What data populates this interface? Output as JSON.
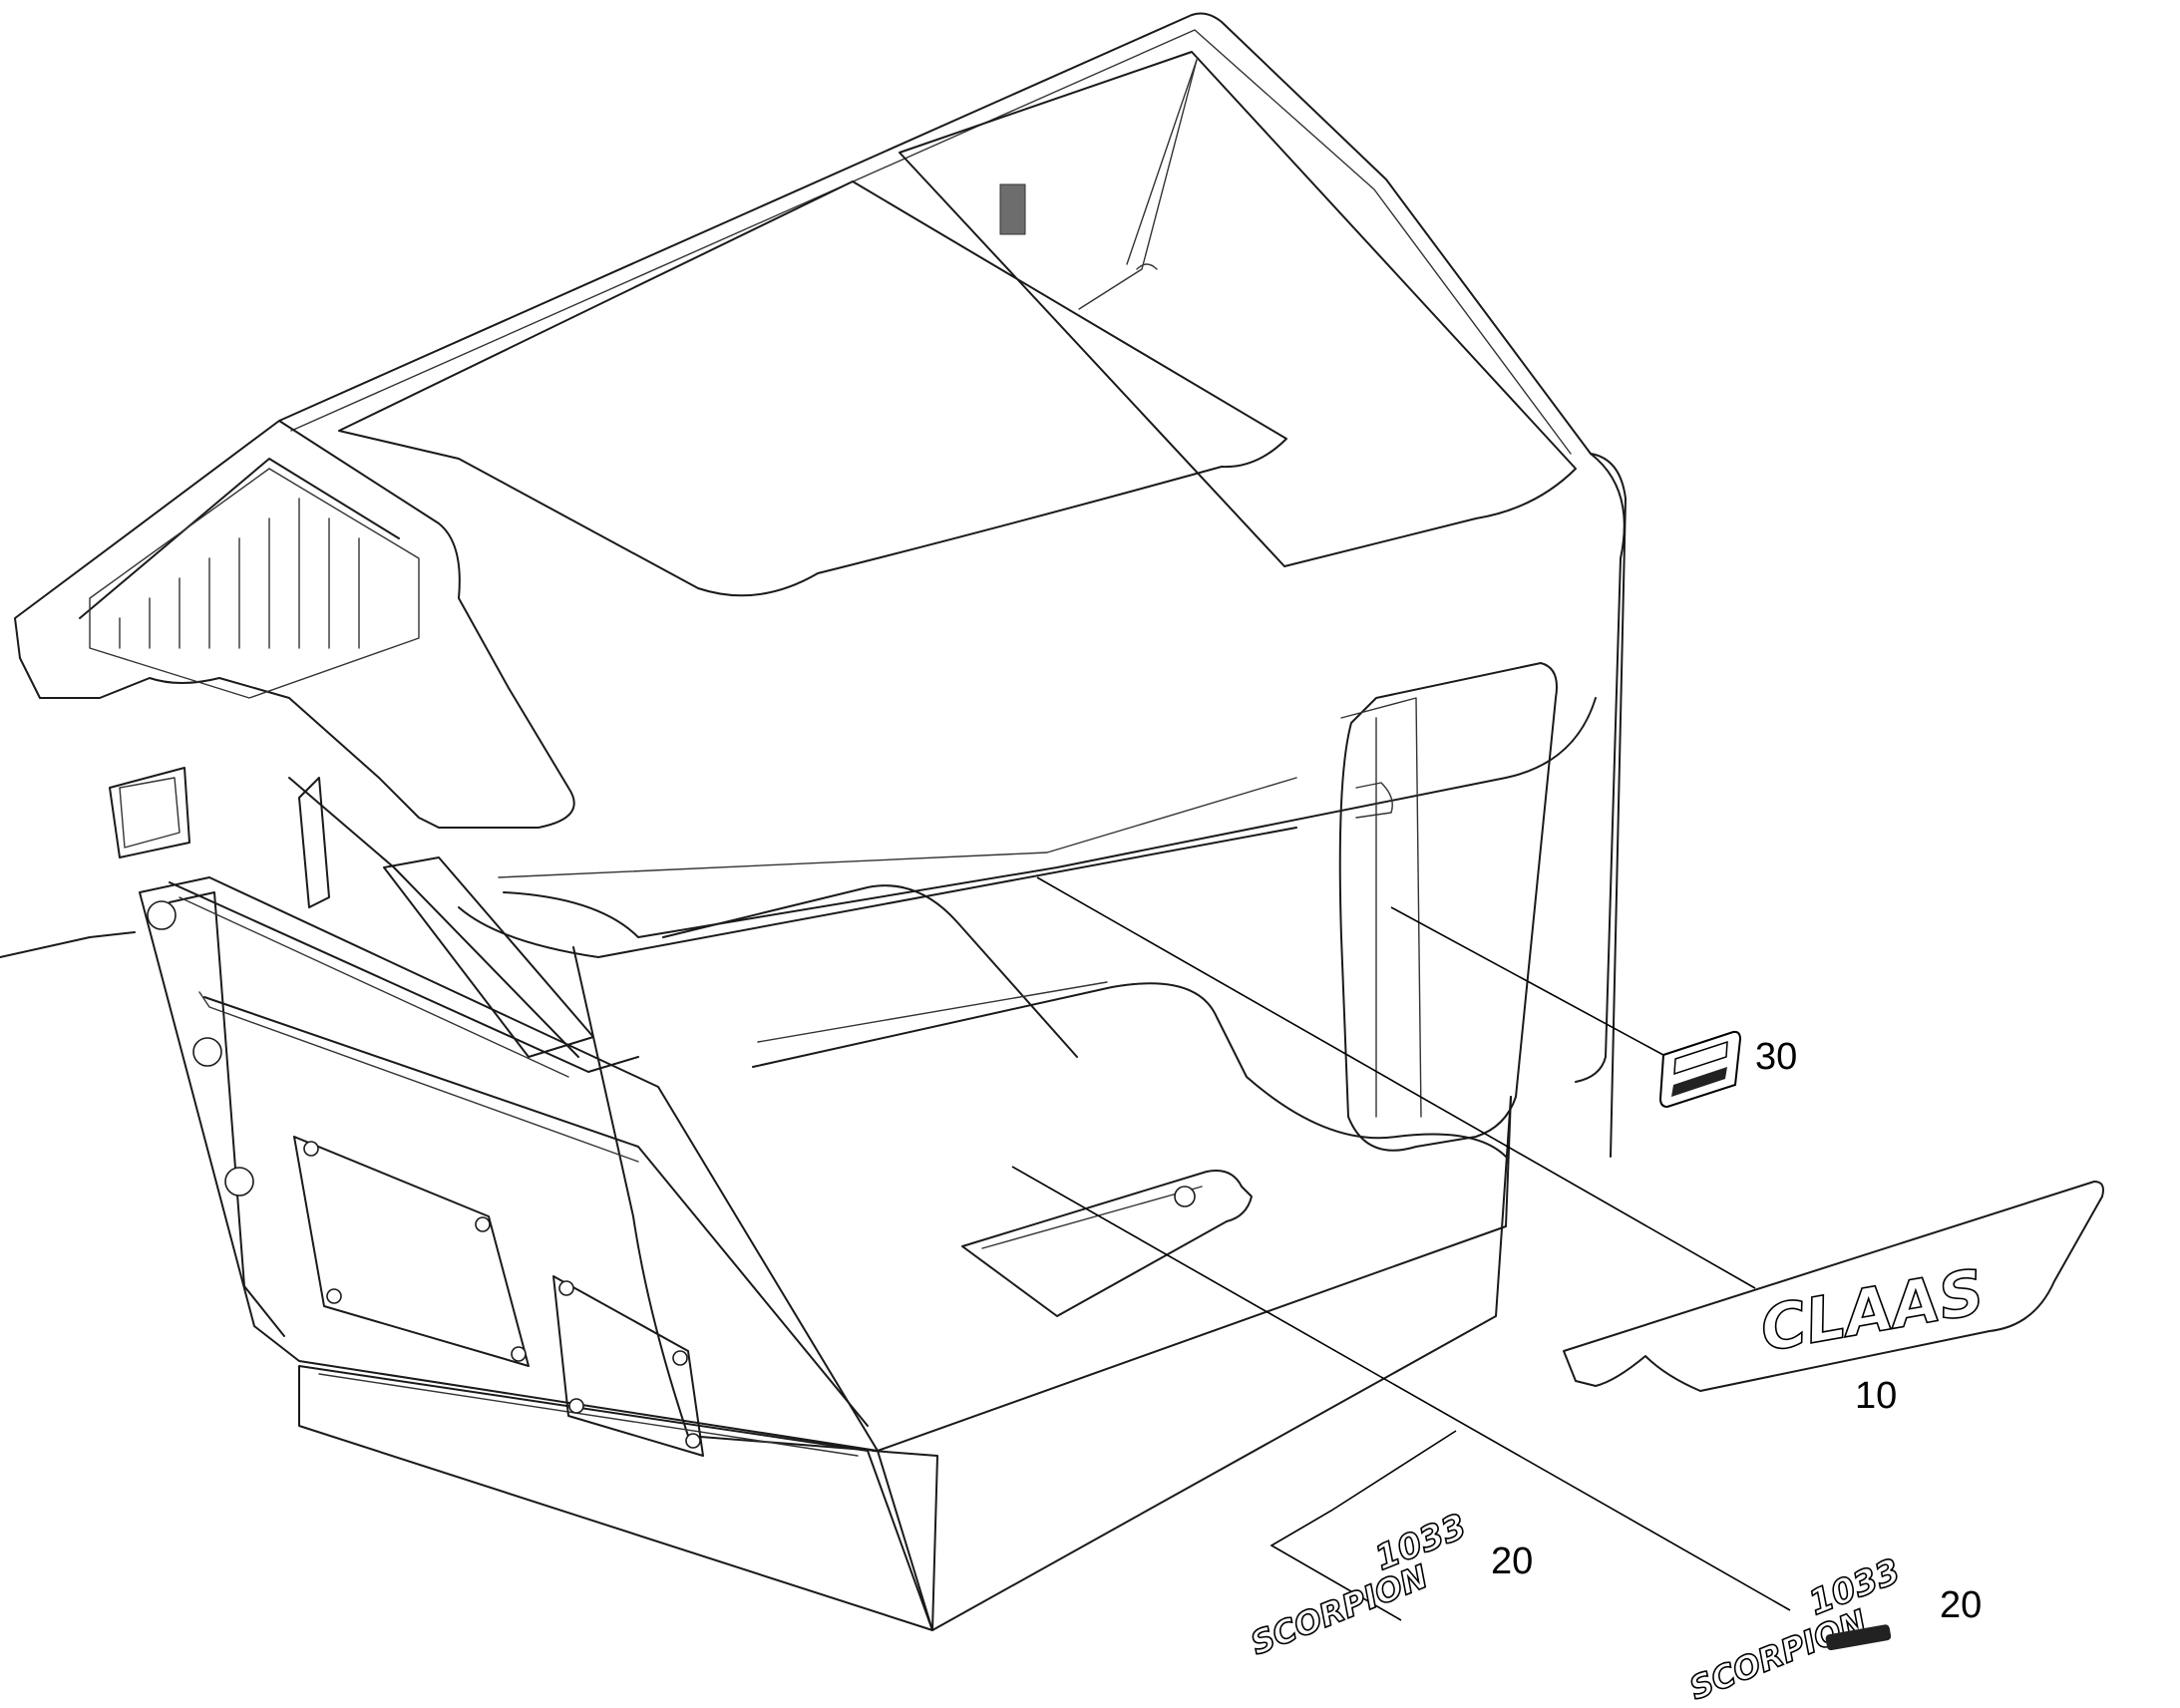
{
  "callouts": [
    {
      "id": "10",
      "label": "10"
    },
    {
      "id": "20a",
      "label": "20"
    },
    {
      "id": "20b",
      "label": "20"
    },
    {
      "id": "30",
      "label": "30"
    }
  ],
  "decals": {
    "brand": "CLAAS",
    "model_number": "1033",
    "model_name": "SCORPION"
  },
  "colors": {
    "line": "#1a1a1a",
    "background": "#ffffff"
  }
}
